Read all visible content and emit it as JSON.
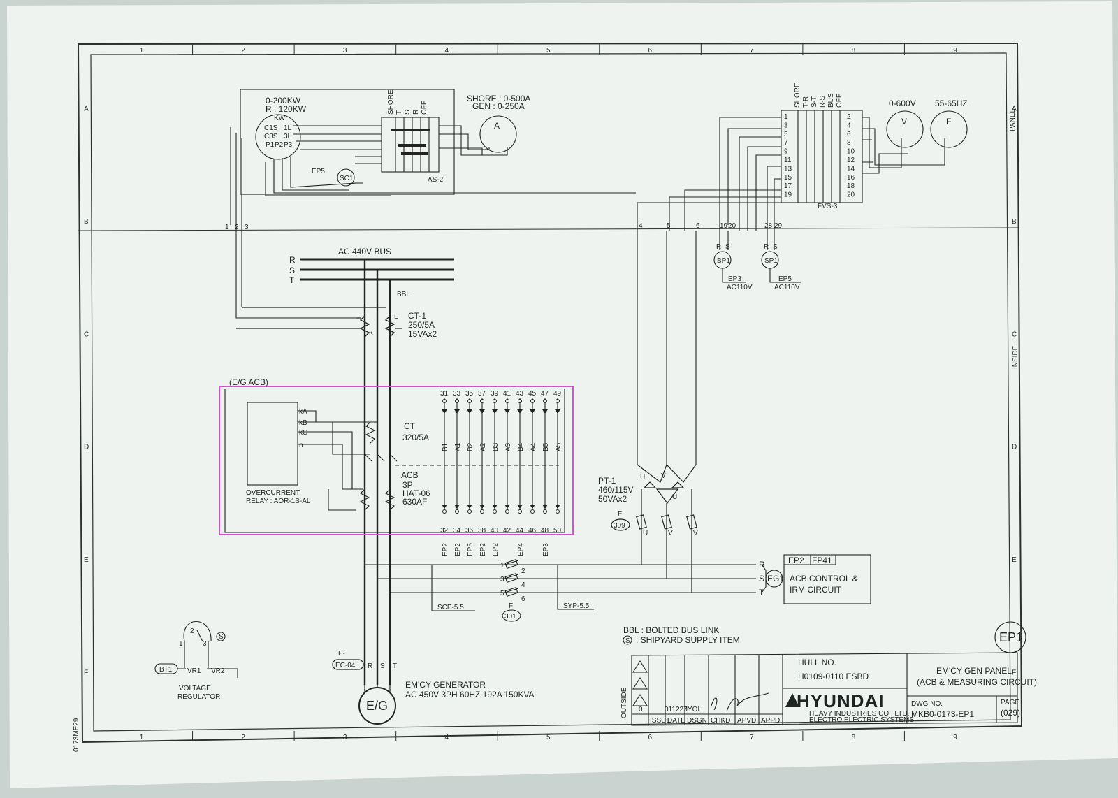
{
  "zones": {
    "columns": [
      "1",
      "2",
      "3",
      "4",
      "5",
      "6",
      "7",
      "8",
      "9"
    ],
    "rows": [
      "A",
      "B",
      "C",
      "D",
      "E",
      "F"
    ]
  },
  "top_left": {
    "kw_range": "0-200KW",
    "kw_rating": "R : 120KW",
    "kw_label": "KW",
    "kw_terminals": [
      "C1S",
      "C3S",
      "1L",
      "3L",
      "P1",
      "P2",
      "P3"
    ],
    "sc1": "SC1",
    "ep5": "EP5",
    "as2": "AS-2",
    "as2_header": [
      "SHORE",
      "T",
      "S",
      "R",
      "OFF"
    ],
    "ammeter_range": "SHORE : 0-500A",
    "ammeter_gen": "GEN : 0-250A",
    "ammeter": "A"
  },
  "top_right": {
    "fvs3": "FVS-3",
    "fvs3_header": [
      "SHORE",
      "T-R",
      "S-T",
      "R-S",
      "BUS",
      "OFF"
    ],
    "fvs3_left": [
      "1",
      "3",
      "5",
      "7",
      "9",
      "11",
      "13",
      "15",
      "17",
      "19"
    ],
    "fvs3_right": [
      "2",
      "4",
      "6",
      "8",
      "10",
      "12",
      "14",
      "16",
      "18",
      "20"
    ],
    "volt_range": "0-600V",
    "volt": "V",
    "freq_range": "55-65HZ",
    "freq": "F",
    "side_label": "PANEL"
  },
  "bus": {
    "title": "AC 440V BUS",
    "phases": [
      "R",
      "S",
      "T"
    ],
    "bbl": "BBL",
    "wire_numbers": [
      "1",
      "2",
      "3",
      "4",
      "5",
      "6",
      "19",
      "20",
      "28",
      "29"
    ],
    "bp1": "BP1",
    "bp1_terms": [
      "R",
      "S"
    ],
    "ep3": "EP3",
    "ac110_1": "AC110V",
    "sp1": "SP1",
    "sp1_terms": [
      "R",
      "S"
    ],
    "ep5": "EP5",
    "ac110_2": "AC110V"
  },
  "ct1": {
    "name": "CT-1",
    "ratio": "250/5A",
    "burden": "15VAx2",
    "l": "L",
    "k": "K"
  },
  "acb": {
    "title": "(E/G ACB)",
    "relay_terms": [
      "kA",
      "kB",
      "kC",
      "n"
    ],
    "relay_line1": "OVERCURRENT",
    "relay_line2": "RELAY : AOR-1S-AL",
    "ct_name": "CT",
    "ct_ratio": "320/5A",
    "acb_name": "ACB",
    "acb_spec1": "3P",
    "acb_spec2": "HAT-06",
    "acb_spec3": "630AF",
    "top_terms": [
      "31",
      "33",
      "35",
      "37",
      "39",
      "41",
      "43",
      "45",
      "47",
      "49"
    ],
    "bottom_terms": [
      "32",
      "34",
      "36",
      "38",
      "40",
      "42",
      "44",
      "46",
      "48",
      "50"
    ],
    "contacts": [
      "B1",
      "A1",
      "B2",
      "A2",
      "B3",
      "A3",
      "B4",
      "A4",
      "B5",
      "A5"
    ],
    "dest": [
      "EP2",
      "EP2",
      "EP5",
      "EP2",
      "EP2",
      "",
      "EP4",
      "",
      "EP3",
      ""
    ]
  },
  "pt1": {
    "name": "PT-1",
    "ratio": "460/115V",
    "burden": "50VAx2",
    "u": "U",
    "v": "V",
    "fuse_label": "F",
    "fuse_ref": "309"
  },
  "control": {
    "eg1": "EG1",
    "ep2": "EP2",
    "fp41": "FP41",
    "phases": [
      "R",
      "S",
      "T"
    ],
    "line1": "ACB CONTROL &",
    "line2": "IRM CIRCUIT",
    "fuse_pins": [
      "1",
      "2",
      "3",
      "4",
      "5",
      "6"
    ],
    "fuse_label": "F",
    "fuse_ref": "301",
    "scp": "SCP-5.5",
    "syp": "SYP-5.5"
  },
  "voltage_regulator": {
    "pins": [
      "2",
      "1",
      "3"
    ],
    "bt1": "BT1",
    "vr1": "VR1",
    "vr2": "VR2",
    "line1": "VOLTAGE",
    "line2": "REGULATOR",
    "shipyard_mark": "S"
  },
  "generator": {
    "p_label": "P-",
    "ec04": "EC-04",
    "terms": [
      "R",
      "S",
      "T"
    ],
    "symbol": "E/G",
    "title": "EM'CY GENERATOR",
    "spec": "AC 450V 3PH 60HZ 192A 150KVA"
  },
  "legend": {
    "bbl": "BBL : BOLTED BUS LINK",
    "s_mark": "S",
    "s_text": ": SHIPYARD SUPPLY ITEM"
  },
  "title_block": {
    "hull_label": "HULL NO.",
    "hull_no": "H0109-0110 ESBD",
    "title1": "EM'CY GEN PANEL",
    "title2": "(ACB & MEASURING CIRCUIT)",
    "company": "HYUNDAI",
    "company_sub1": "HEAVY INDUSTRIES CO., LTD.",
    "company_sub2": "ELECTRO ELECTRIC SYSTEMS",
    "dwg_label": "DWG NO.",
    "dwg_no": "MKB0-0173-EP1",
    "page_label": "PAGE",
    "page": "(029)",
    "rev_cols": [
      "ISSUE",
      "DATE",
      "DSGN",
      "CHKD",
      "APVD",
      "APPD"
    ],
    "rev_row": [
      "0",
      "011227",
      "JYOH",
      "",
      "",
      ""
    ],
    "outside": "OUTSIDE",
    "sheet_tag": "EP1",
    "inside": "INSIDE",
    "margin_code": "0173ME29"
  }
}
